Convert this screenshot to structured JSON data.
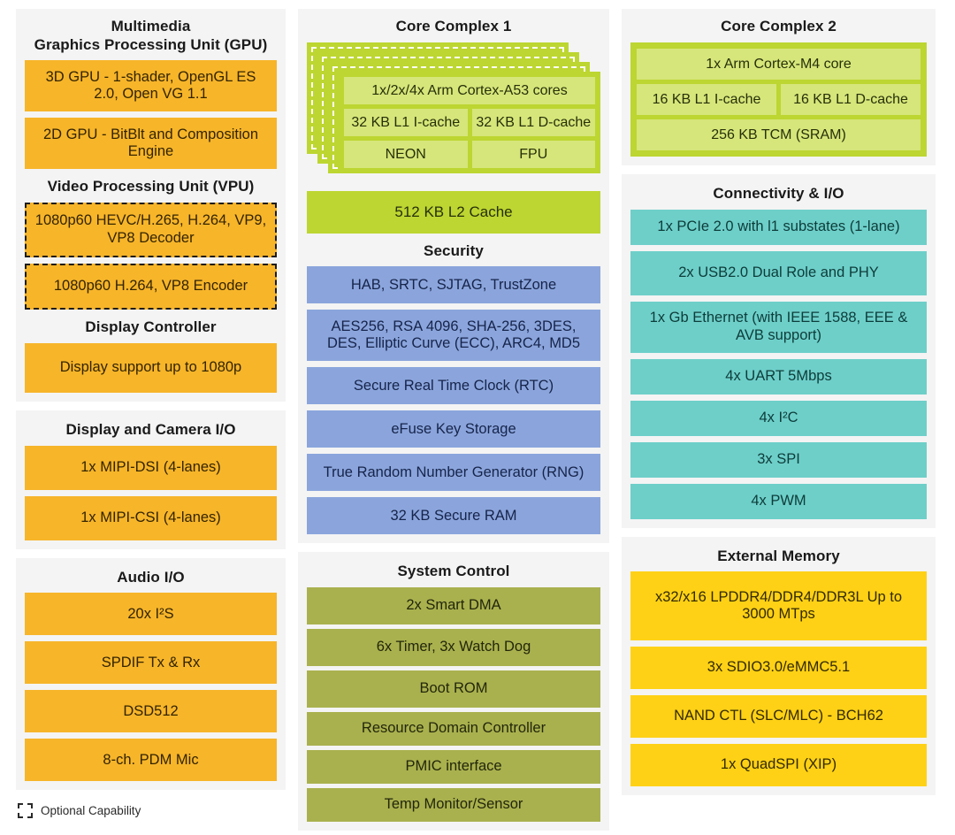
{
  "diagram": {
    "legend": {
      "swatch_style": "dashed-outline",
      "label": "Optional Capability"
    },
    "colors": {
      "orange": "#f7b52a",
      "yellow": "#fed116",
      "teal": "#6ecfc9",
      "blue": "#8ba5dc",
      "olive": "#a9b14e",
      "lime": "#bdd631",
      "lime_light": "#d6e67a",
      "panel_bg": "#f4f4f4",
      "page_bg": "#ffffff"
    }
  },
  "left_column": {
    "multimedia": {
      "title_line1": "Multimedia",
      "title_line2": "Graphics Processing Unit (GPU)",
      "gpu_blocks": [
        "3D GPU - 1-shader, OpenGL ES 2.0, Open VG 1.1",
        "2D GPU - BitBlt and Composition Engine"
      ],
      "vpu_title": "Video Processing Unit (VPU)",
      "vpu_blocks": [
        "1080p60 HEVC/H.265, H.264, VP9, VP8 Decoder",
        "1080p60 H.264, VP8 Encoder"
      ],
      "display_controller_title": "Display Controller",
      "display_controller_blocks": [
        "Display support up to 1080p"
      ]
    },
    "display_camera_io": {
      "title": "Display and Camera I/O",
      "blocks": [
        "1x MIPI-DSI (4-lanes)",
        "1x MIPI-CSI (4-lanes)"
      ]
    },
    "audio_io": {
      "title": "Audio I/O",
      "blocks": [
        "20x I²S",
        "SPDIF Tx & Rx",
        "DSD512",
        "8-ch. PDM Mic"
      ]
    }
  },
  "middle_column": {
    "core_complex_1": {
      "title": "Core Complex 1",
      "stack_count": 4,
      "core_rows": [
        [
          "1x/2x/4x Arm Cortex-A53 cores"
        ],
        [
          "32 KB L1 I-cache",
          "32 KB L1 D-cache"
        ],
        [
          "NEON",
          "FPU"
        ]
      ],
      "l2_cache": "512 KB L2 Cache"
    },
    "security": {
      "title": "Security",
      "blocks": [
        "HAB, SRTC, SJTAG, TrustZone",
        "AES256, RSA 4096, SHA-256, 3DES, DES, Elliptic Curve (ECC), ARC4, MD5",
        "Secure Real Time Clock (RTC)",
        "eFuse Key Storage",
        "True Random Number Generator (RNG)",
        "32 KB Secure RAM"
      ]
    },
    "system_control": {
      "title": "System Control",
      "blocks": [
        "2x Smart DMA",
        "6x Timer, 3x Watch Dog",
        "Boot ROM",
        "Resource Domain Controller",
        "PMIC interface",
        "Temp Monitor/Sensor"
      ]
    }
  },
  "right_column": {
    "core_complex_2": {
      "title": "Core Complex 2",
      "core_rows": [
        [
          "1x Arm Cortex-M4 core"
        ],
        [
          "16 KB L1  I-cache",
          "16 KB L1 D-cache"
        ],
        [
          "256 KB TCM (SRAM)"
        ]
      ]
    },
    "connectivity_io": {
      "title": "Connectivity & I/O",
      "blocks": [
        "1x PCIe 2.0 with l1 substates (1-lane)",
        "2x USB2.0 Dual Role and PHY",
        "1x Gb Ethernet (with IEEE 1588, EEE & AVB support)",
        "4x UART 5Mbps",
        "4x I²C",
        "3x SPI",
        "4x PWM"
      ]
    },
    "external_memory": {
      "title": "External Memory",
      "blocks": [
        "x32/x16 LPDDR4/DDR4/DDR3L Up to 3000 MTps",
        "3x SDIO3.0/eMMC5.1",
        "NAND CTL (SLC/MLC) - BCH62",
        "1x QuadSPI (XIP)"
      ]
    }
  }
}
